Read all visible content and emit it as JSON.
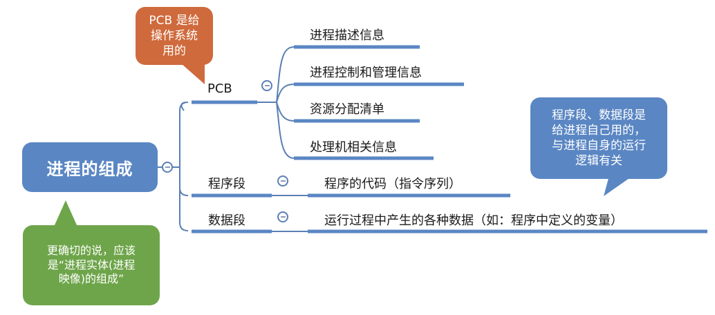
{
  "root": {
    "label": "进程的组成"
  },
  "branches": [
    {
      "label": "PCB",
      "children": [
        "进程描述信息",
        "进程控制和管理信息",
        "资源分配清单",
        "处理机相关信息"
      ]
    },
    {
      "label": "程序段",
      "children": [
        "程序的代码（指令序列）"
      ]
    },
    {
      "label": "数据段",
      "children": [
        "运行过程中产生的各种数据（如：程序中定义的变量）"
      ]
    }
  ],
  "callouts": {
    "pcb_note": "PCB 是给\n操作系统\n用的",
    "root_note": "更确切的说，应该\n是“进程实体(进程\n映像)的组成”",
    "segments_note": "程序段、数据段是\n给进程自己用的，\n与进程自身的运行\n逻辑有关"
  },
  "colors": {
    "node_blue": "#5a86c3",
    "line_blue": "#5a7fb5",
    "callout_orange": "#cf6a3c",
    "callout_green": "#6ea54a",
    "callout_blue": "#5a86c3"
  }
}
